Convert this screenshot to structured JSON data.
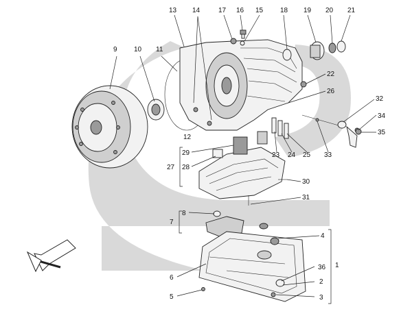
{
  "diagram": {
    "callouts": {
      "c1": "1",
      "c2": "2",
      "c3": "3",
      "c4": "4",
      "c5": "5",
      "c6": "6",
      "c7": "7",
      "c8": "8",
      "c9": "9",
      "c10": "10",
      "c11": "11",
      "c12": "12",
      "c13": "13",
      "c14": "14",
      "c15": "15",
      "c16": "16",
      "c17": "17",
      "c18": "18",
      "c19": "19",
      "c20": "20",
      "c21": "21",
      "c22": "22",
      "c23": "23",
      "c24": "24",
      "c25": "25",
      "c26": "26",
      "c27": "27",
      "c28": "28",
      "c29": "29",
      "c30": "30",
      "c31": "31",
      "c32": "32",
      "c33": "33",
      "c34": "34",
      "c35": "35",
      "c36": "36"
    },
    "colors": {
      "background_band": "#d9d9d9",
      "line": "#222222",
      "part_fill": "#f2f2f2",
      "part_dark": "#9a9a9a"
    },
    "icons": {
      "direction_arrow": "front-direction-arrow-icon"
    }
  }
}
